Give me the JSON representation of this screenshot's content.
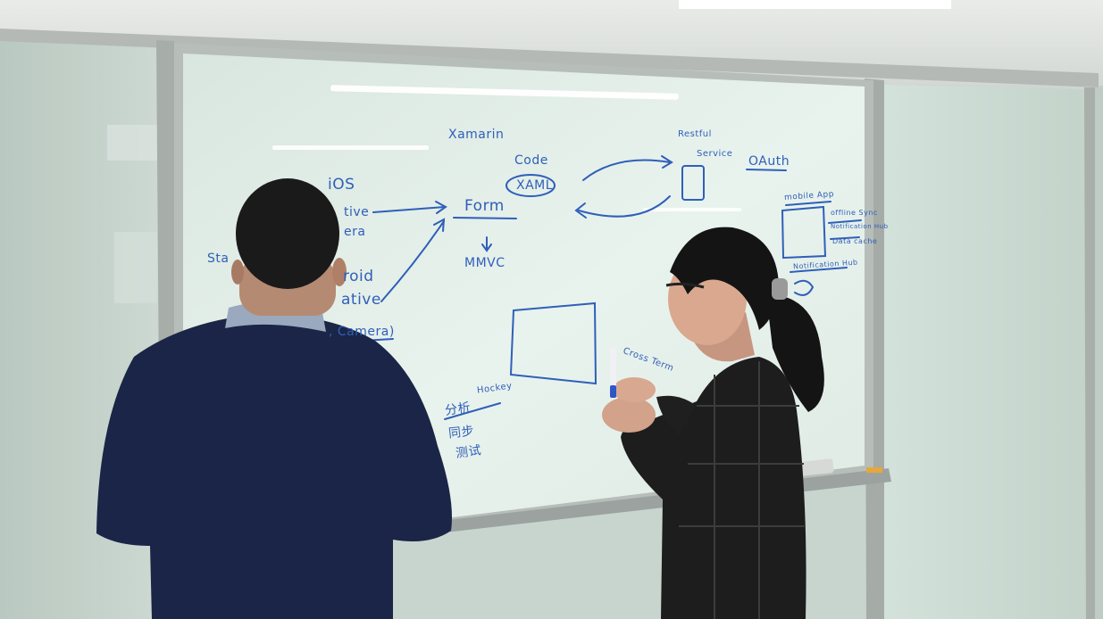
{
  "whiteboard": {
    "texts": {
      "xamarin": "Xamarin",
      "ios": "iOS",
      "native": "tive",
      "camera_top": "era",
      "android": "roid",
      "android_native": "ative",
      "camera": ", Camera)",
      "start": "Sta",
      "code": "Code",
      "xaml": "XAML",
      "form": "Form",
      "mvvc": "MMVC",
      "restful": "Restful",
      "service": "Service",
      "oauth": "OAuth",
      "mobile_app": "mobile App",
      "offline_sync": "offline Sync",
      "notification_hub": "Notification Hub",
      "data_cache": "Data cache",
      "notification_hub2": "Notification Hub",
      "analysis": "分析",
      "hockey": "Hockey",
      "sync": "同步",
      "test": "测试",
      "cross_term": "Cross Term"
    }
  },
  "colors": {
    "ink": "#2f5fb8",
    "board": "#e3efe9",
    "frame": "#a9aeab",
    "sweater": "#1b2547",
    "hair": "#141414"
  }
}
